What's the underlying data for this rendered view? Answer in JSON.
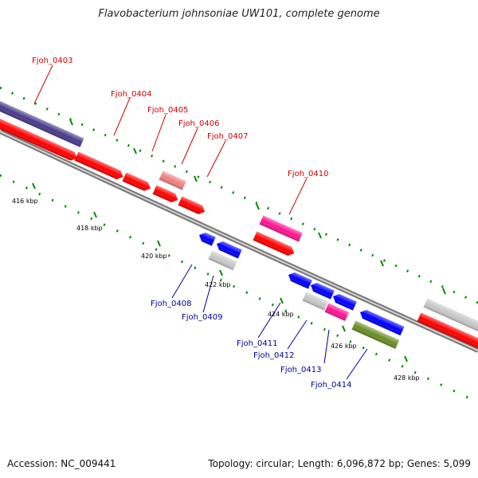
{
  "title": "Flavobacterium johnsoniae UW101, complete genome",
  "footer": {
    "accession": "Accession: NC_009441",
    "summary": "Topology: circular; Length: 6,096,872 bp; Genes: 5,099"
  },
  "colors": {
    "forward_label": "#cc0000",
    "reverse_label": "#000099",
    "tick": "#008800",
    "backbone": "#8a8a8a"
  },
  "scale_labels": [
    "416 kbp",
    "418 kbp",
    "420 kbp",
    "422 kbp",
    "424 kbp",
    "426 kbp",
    "428 kbp"
  ],
  "gene_labels": [
    {
      "text": "Fjoh_0403",
      "strand": "forward"
    },
    {
      "text": "Fjoh_0404",
      "strand": "forward"
    },
    {
      "text": "Fjoh_0405",
      "strand": "forward"
    },
    {
      "text": "Fjoh_0406",
      "strand": "forward"
    },
    {
      "text": "Fjoh_0407",
      "strand": "forward"
    },
    {
      "text": "Fjoh_0410",
      "strand": "forward"
    },
    {
      "text": "Fjoh_0408",
      "strand": "reverse"
    },
    {
      "text": "Fjoh_0409",
      "strand": "reverse"
    },
    {
      "text": "Fjoh_0411",
      "strand": "reverse"
    },
    {
      "text": "Fjoh_0412",
      "strand": "reverse"
    },
    {
      "text": "Fjoh_0413",
      "strand": "reverse"
    },
    {
      "text": "Fjoh_0414",
      "strand": "reverse"
    }
  ],
  "features": [
    {
      "name": "purple-feature",
      "color": "#4a3b8c"
    },
    {
      "name": "red-feature",
      "color": "#ff0000"
    },
    {
      "name": "pink-feature",
      "color": "#f08080"
    },
    {
      "name": "magenta-feature",
      "color": "#ff1493"
    },
    {
      "name": "blue-feature",
      "color": "#0000ff"
    },
    {
      "name": "gray-feature",
      "color": "#c8c8c8"
    },
    {
      "name": "olive-feature",
      "color": "#6b8e23"
    }
  ]
}
